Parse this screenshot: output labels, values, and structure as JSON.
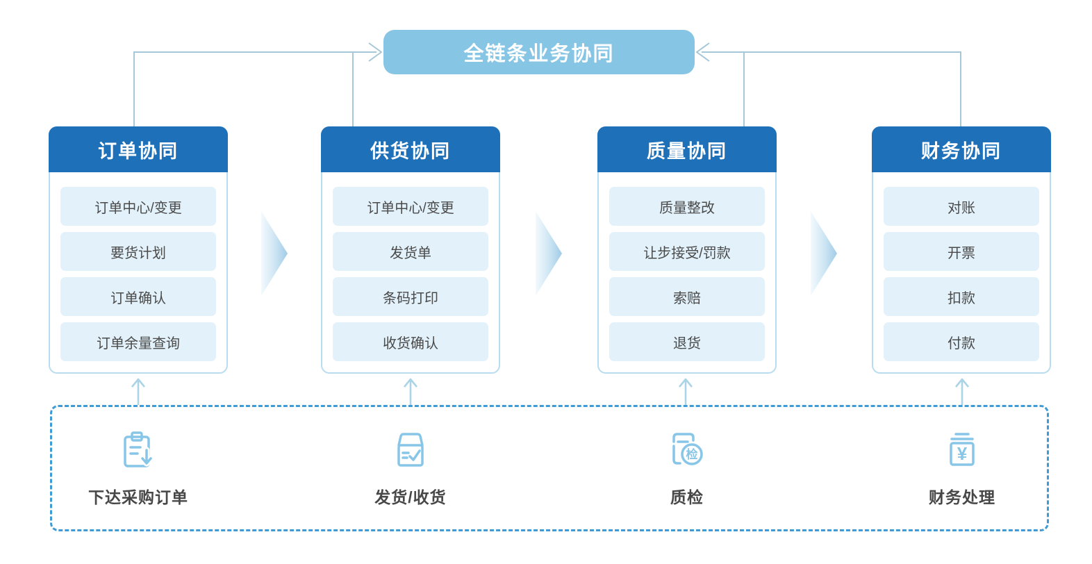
{
  "diagram": {
    "top_box": {
      "label": "全链条业务协同"
    },
    "columns": [
      {
        "header": "订单协同",
        "items": [
          "订单中心/变更",
          "要货计划",
          "订单确认",
          "订单余量查询"
        ]
      },
      {
        "header": "供货协同",
        "items": [
          "订单中心/变更",
          "发货单",
          "条码打印",
          "收货确认"
        ]
      },
      {
        "header": "质量协同",
        "items": [
          "质量整改",
          "让步接受/罚款",
          "索赔",
          "退货"
        ]
      },
      {
        "header": "财务协同",
        "items": [
          "对账",
          "开票",
          "扣款",
          "付款"
        ]
      }
    ],
    "bottom_bar": {
      "items": [
        {
          "icon": "clipboard-order-icon",
          "label": "下达采购订单"
        },
        {
          "icon": "package-check-icon",
          "label": "发货/收货"
        },
        {
          "icon": "inspection-doc-icon",
          "label": "质检",
          "glyph": "检"
        },
        {
          "icon": "finance-money-icon",
          "label": "财务处理",
          "glyph": "¥"
        }
      ]
    },
    "colors": {
      "header_blue": "#1E70B8",
      "top_box_blue": "#87C5E5",
      "item_bg": "#E2F1FA",
      "card_border": "#B8DCEF",
      "text_dark": "#4A4A4A",
      "connector": "#A6C7D8",
      "up_arrow": "#ABD4E6",
      "dashed_border": "#3E9BD5",
      "icon_blue": "#88C6E8"
    }
  }
}
